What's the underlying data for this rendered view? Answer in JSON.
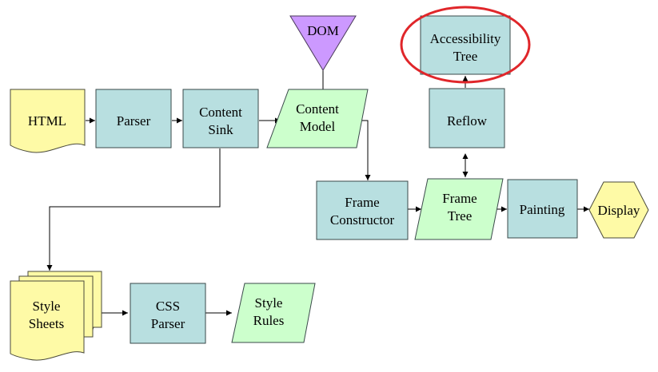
{
  "colors": {
    "process": "#b8dfe0",
    "data": "#ccffcc",
    "document": "#fefaa6",
    "dom": "#cc99ff",
    "display": "#fefaa6",
    "highlight": "#e0262a"
  },
  "nodes": {
    "html": {
      "line1": "HTML"
    },
    "parser": {
      "line1": "Parser"
    },
    "content_sink": {
      "line1": "Content",
      "line2": "Sink"
    },
    "content_model": {
      "line1": "Content",
      "line2": "Model"
    },
    "dom": {
      "line1": "DOM"
    },
    "accessibility_tree": {
      "line1": "Accessibility",
      "line2": "Tree"
    },
    "reflow": {
      "line1": "Reflow"
    },
    "frame_constructor": {
      "line1": "Frame",
      "line2": "Constructor"
    },
    "frame_tree": {
      "line1": "Frame",
      "line2": "Tree"
    },
    "painting": {
      "line1": "Painting"
    },
    "display": {
      "line1": "Display"
    },
    "style_sheets": {
      "line1": "Style",
      "line2": "Sheets"
    },
    "css_parser": {
      "line1": "CSS",
      "line2": "Parser"
    },
    "style_rules": {
      "line1": "Style",
      "line2": "Rules"
    }
  }
}
